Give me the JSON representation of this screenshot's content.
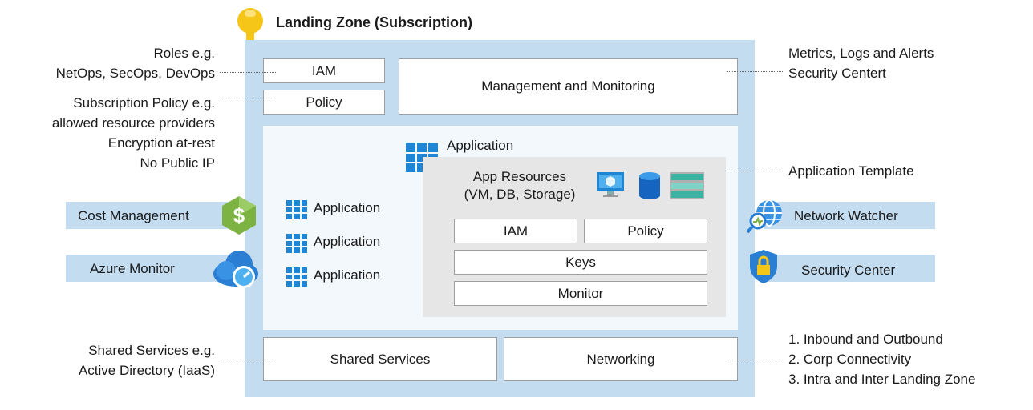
{
  "title": "Landing Zone (Subscription)",
  "left_annotations": {
    "roles": [
      "Roles e.g.",
      "NetOps, SecOps, DevOps"
    ],
    "policy": [
      "Subscription Policy e.g.",
      "allowed resource providers",
      "Encryption at-rest",
      "No Public IP"
    ],
    "shared": [
      "Shared Services e.g.",
      "Active Directory (IaaS)"
    ]
  },
  "right_annotations": {
    "monitoring": [
      "Metrics, Logs and Alerts",
      "Security Centert"
    ],
    "template": "Application Template",
    "networking": [
      "1. Inbound and Outbound",
      "2. Corp Connectivity",
      "3. Intra and Inter Landing Zone"
    ]
  },
  "top_boxes": {
    "iam": "IAM",
    "policy": "Policy",
    "management": "Management and Monitoring"
  },
  "application": {
    "main_label": "Application",
    "list": [
      "Application",
      "Application",
      "Application"
    ],
    "resources_title": [
      "App Resources",
      "(VM, DB, Storage)"
    ],
    "iam": "IAM",
    "policy": "Policy",
    "keys": "Keys",
    "monitor": "Monitor"
  },
  "bottom_boxes": {
    "shared": "Shared Services",
    "networking": "Networking"
  },
  "side_services": {
    "cost": "Cost Management",
    "monitor": "Azure Monitor",
    "network": "Network Watcher",
    "security": "Security Center"
  },
  "icons": [
    "key-icon",
    "dollar-hexagon-icon",
    "azure-monitor-cloud-icon",
    "network-watcher-globe-icon",
    "security-shield-lock-icon",
    "app-grid-icon",
    "vm-monitor-icon",
    "database-icon",
    "storage-icon"
  ],
  "colors": {
    "band": "#c3dcf0",
    "inner": "#f3f8fc",
    "gray": "#e6e6e6",
    "accent_blue": "#1f86d6",
    "key_yellow": "#f5c518",
    "cost_green": "#7cb342"
  }
}
